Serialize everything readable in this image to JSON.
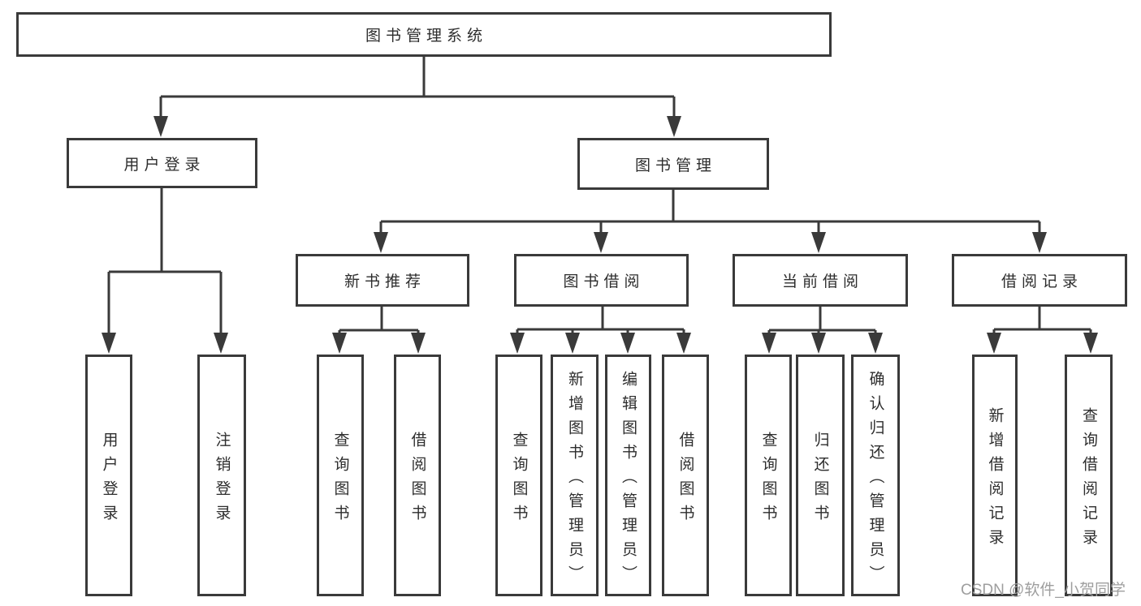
{
  "tree": {
    "root": {
      "label": "图书管理系统",
      "children": [
        {
          "label": "用户登录",
          "children": [
            {
              "label": "用户登录"
            },
            {
              "label": "注销登录"
            }
          ]
        },
        {
          "label": "图书管理",
          "children": [
            {
              "label": "新书推荐",
              "children": [
                {
                  "label": "查询图书"
                },
                {
                  "label": "借阅图书"
                }
              ]
            },
            {
              "label": "图书借阅",
              "children": [
                {
                  "label": "查询图书"
                },
                {
                  "label": "新增图书（管理员）"
                },
                {
                  "label": "编辑图书（管理员）"
                },
                {
                  "label": "借阅图书"
                }
              ]
            },
            {
              "label": "当前借阅",
              "children": [
                {
                  "label": "查询图书"
                },
                {
                  "label": "归还图书"
                },
                {
                  "label": "确认归还（管理员）"
                }
              ]
            },
            {
              "label": "借阅记录",
              "children": [
                {
                  "label": "新增借阅记录"
                },
                {
                  "label": "查询借阅记录"
                }
              ]
            }
          ]
        }
      ]
    }
  },
  "watermark": {
    "text": "CSDN @软件_小贺同学"
  },
  "colors": {
    "line": "#3a3a3a",
    "text": "#2d2d2d",
    "watermark": "#9e9e9e",
    "background": "#ffffff"
  }
}
